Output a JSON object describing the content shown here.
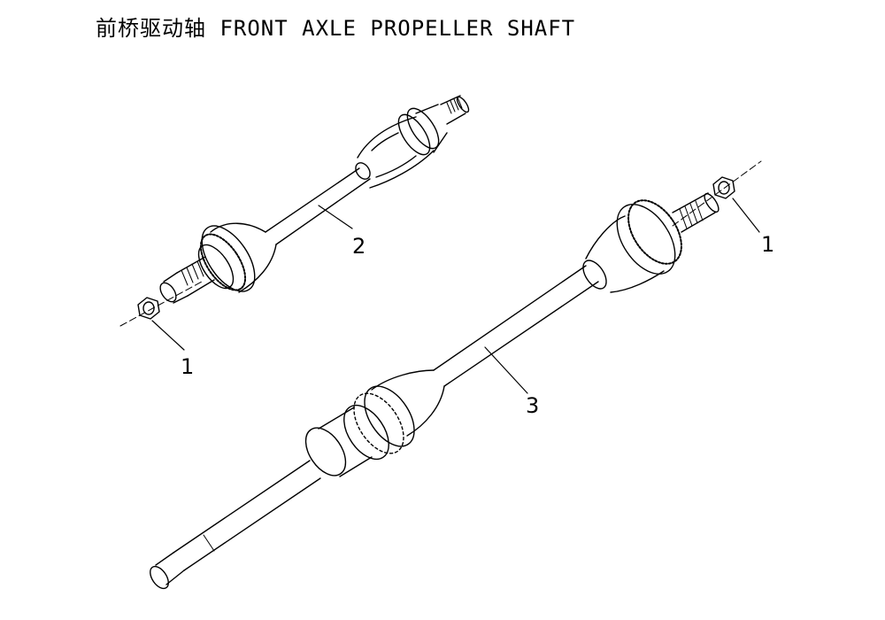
{
  "title": "前桥驱动轴 FRONT AXLE PROPELLER SHAFT",
  "callouts": {
    "nut_left": "1",
    "nut_right": "1",
    "shaft_upper": "2",
    "shaft_lower": "3"
  }
}
